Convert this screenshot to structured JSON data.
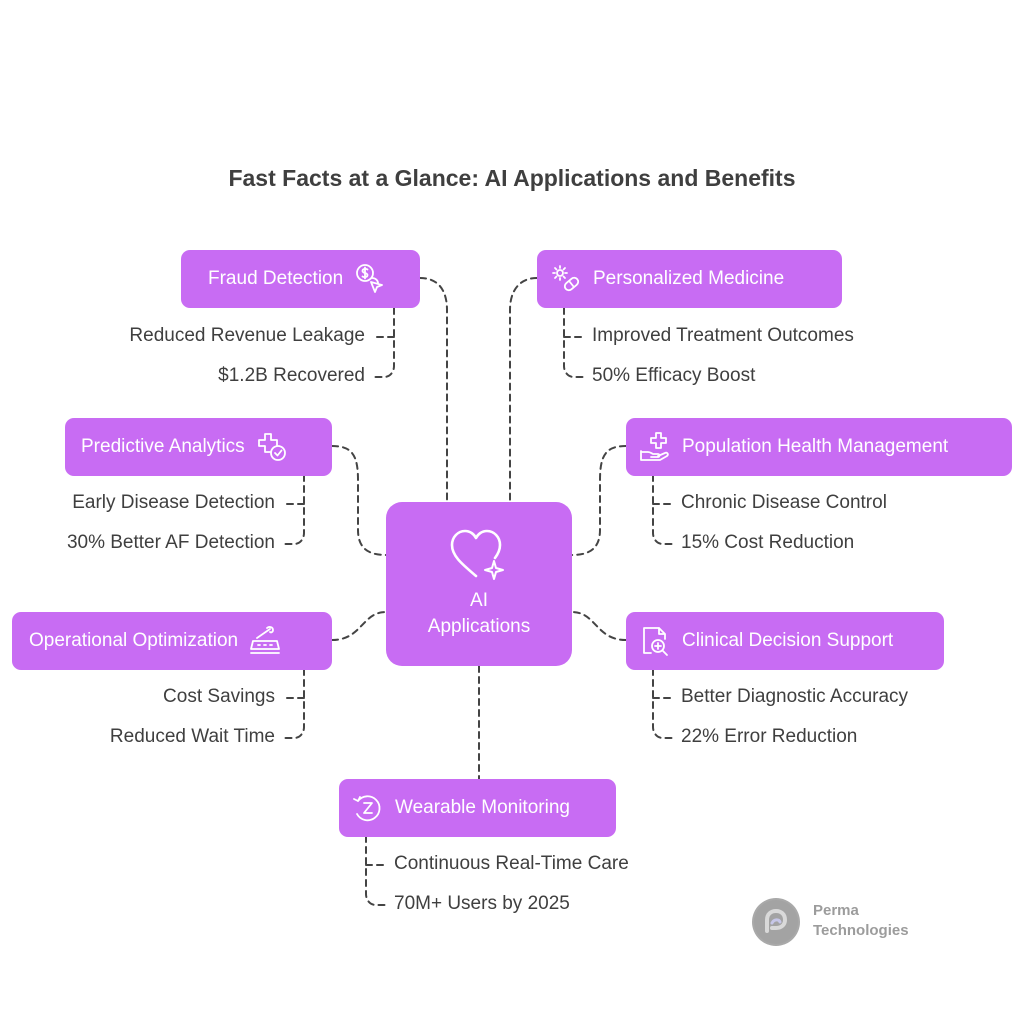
{
  "title": "Fast Facts at a Glance: AI Applications and Benefits",
  "center": {
    "label_line1": "AI",
    "label_line2": "Applications",
    "icon": "heart-sparkle-icon"
  },
  "nodes": [
    {
      "label": "Fraud Detection",
      "icon": "dollar-coin-cursor-icon",
      "leaves": [
        "Reduced Revenue Leakage",
        "$1.2B Recovered"
      ]
    },
    {
      "label": "Personalized Medicine",
      "icon": "gear-pill-icon",
      "leaves": [
        "Improved Treatment Outcomes",
        "50% Efficacy Boost"
      ]
    },
    {
      "label": "Predictive Analytics",
      "icon": "medical-cross-check-icon",
      "leaves": [
        "Early Disease Detection",
        "30% Better AF Detection"
      ]
    },
    {
      "label": "Population Health Management",
      "icon": "hand-medical-cross-icon",
      "leaves": [
        "Chronic Disease Control",
        "15% Cost Reduction"
      ]
    },
    {
      "label": "Operational Optimization",
      "icon": "conveyor-wrench-icon",
      "leaves": [
        "Cost Savings",
        "Reduced Wait Time"
      ]
    },
    {
      "label": "Clinical Decision Support",
      "icon": "document-medical-search-icon",
      "leaves": [
        "Better Diagnostic Accuracy",
        "22% Error Reduction"
      ]
    },
    {
      "label": "Wearable Monitoring",
      "icon": "sleep-z-cycle-icon",
      "leaves": [
        "Continuous Real-Time Care",
        "70M+ Users by 2025"
      ]
    }
  ],
  "brand": {
    "name_line1": "Perma",
    "name_line2": "Technologies",
    "icon": "perma-logo-icon"
  },
  "colors": {
    "node_fill": "#c86cf3",
    "node_text": "#ffffff",
    "text": "#3f3f3f",
    "connector": "#444444",
    "brand_gray": "#9c9c9c"
  }
}
